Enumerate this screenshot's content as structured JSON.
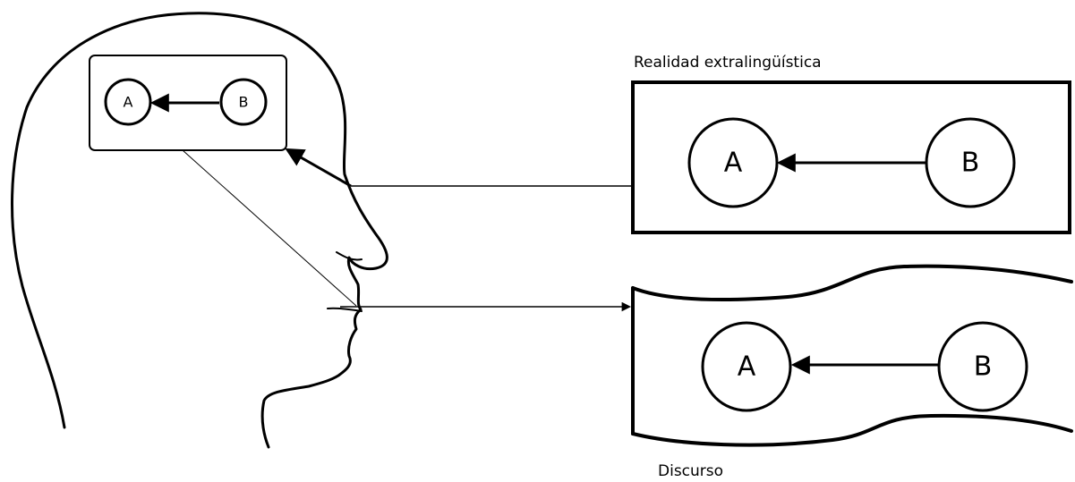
{
  "captions": {
    "reality": "Realidad extralingüística",
    "discourse": "Discurso"
  },
  "nodes": {
    "mind_a": "A",
    "mind_b": "B",
    "reality_a": "A",
    "reality_b": "B",
    "discourse_a": "A",
    "discourse_b": "B"
  },
  "colors": {
    "ink": "#000000",
    "background": "#ffffff"
  }
}
